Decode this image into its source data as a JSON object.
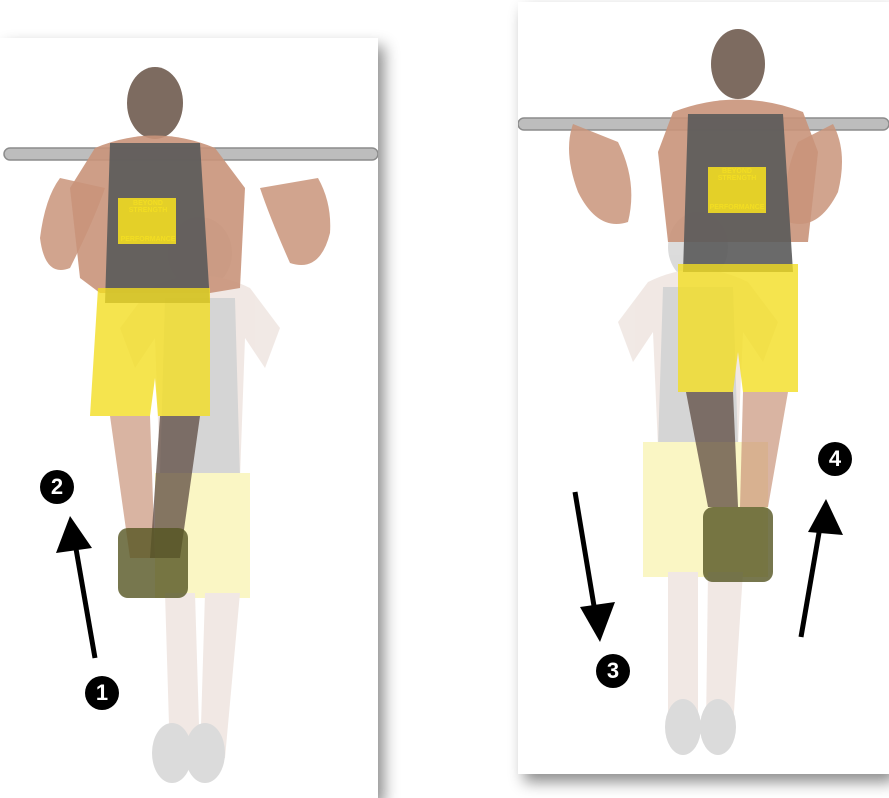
{
  "brand": {
    "line1": "BEYOND STRENGTH",
    "line2": "PERFORMANCE"
  },
  "steps": {
    "left_bottom": "1",
    "left_top": "2",
    "right_bottom": "3",
    "right_top": "4"
  },
  "colors": {
    "shorts": "#f2dd22",
    "tank": "#5a5a5a",
    "skin": "#c9947a",
    "bar": "#bdbdbd",
    "badge": "#000000"
  }
}
